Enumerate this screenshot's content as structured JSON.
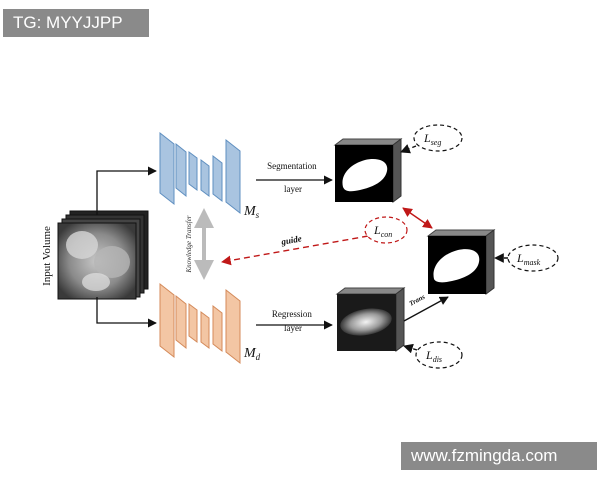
{
  "watermarks": {
    "top_left": "TG: MYYJJPP",
    "bottom_right": "www.fzmingda.com"
  },
  "diagram": {
    "input_label": "Input Volume",
    "knowledge_transfer": "Knowledge Transfer",
    "guide": "guide",
    "trans": "Trans",
    "model_s": {
      "main": "M",
      "sub": "s"
    },
    "model_d": {
      "main": "M",
      "sub": "d"
    },
    "segmentation_layer": [
      "Segmentation",
      "layer"
    ],
    "regression_layer": [
      "Regression",
      "layer"
    ],
    "losses": {
      "seg": {
        "main": "L",
        "sub": "seg"
      },
      "con": {
        "main": "L",
        "sub": "con"
      },
      "mask": {
        "main": "L",
        "sub": "mask"
      },
      "dis": {
        "main": "L",
        "sub": "dis"
      }
    },
    "colors": {
      "encoder_s": "#a9c4e0",
      "encoder_s_edge": "#5f8fc0",
      "encoder_d": "#f3c6a4",
      "encoder_d_edge": "#d48a5a",
      "guide_arrow": "#d02020",
      "con_ellipse": "#d02020"
    }
  }
}
